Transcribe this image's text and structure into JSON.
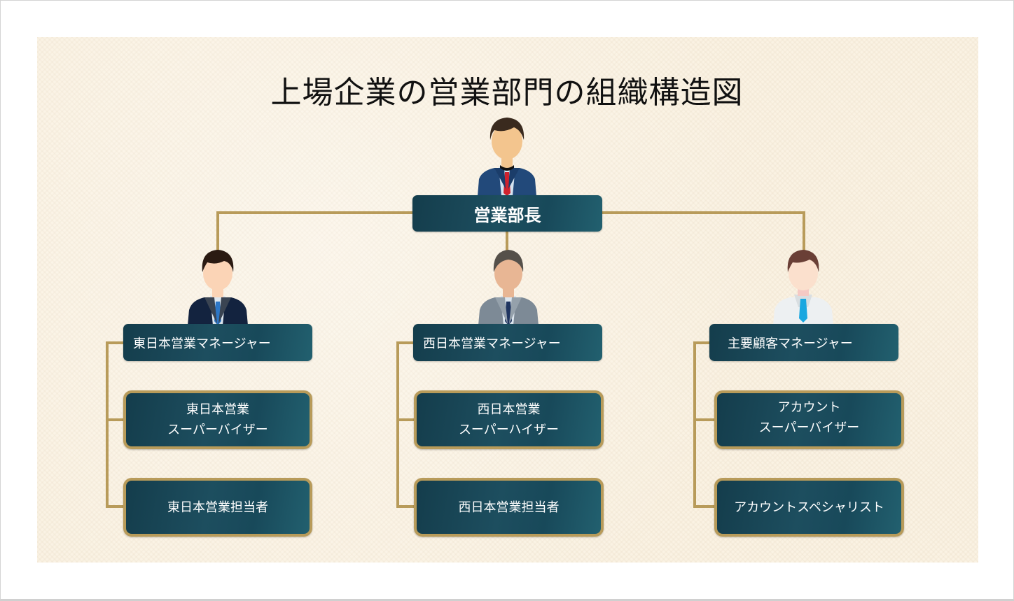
{
  "title": "上場企業の営業部門の組織構造図",
  "colors": {
    "box_fill": "#1d4e5f",
    "connector": "#b89b5a",
    "background": "#faf2e3",
    "title_text": "#111111",
    "box_text": "#ffffff"
  },
  "head": {
    "label": "営業部長",
    "icon": "person-navy-suit-red-tie-icon"
  },
  "branches": [
    {
      "manager": {
        "label": "東日本営業マネージャー",
        "icon": "person-dark-suit-blue-tie-icon"
      },
      "children": [
        {
          "line1": "東日本営業",
          "line2": "スーパーバイザー"
        },
        {
          "line1": "東日本営業担当者",
          "line2": ""
        }
      ]
    },
    {
      "manager": {
        "label": "西日本営業マネージャー",
        "icon": "person-gray-suit-navy-tie-icon"
      },
      "children": [
        {
          "line1": "西日本営業",
          "line2": "スーパーハイザー"
        },
        {
          "line1": "西日本営業担当者",
          "line2": ""
        }
      ]
    },
    {
      "manager": {
        "label": "主要顧客マネージャー",
        "icon": "person-white-shirt-cyan-tie-icon"
      },
      "children": [
        {
          "line1": "アカウント",
          "line2": "スーパーバイザー"
        },
        {
          "line1": "アカウントスペシャリスト",
          "line2": ""
        }
      ]
    }
  ]
}
